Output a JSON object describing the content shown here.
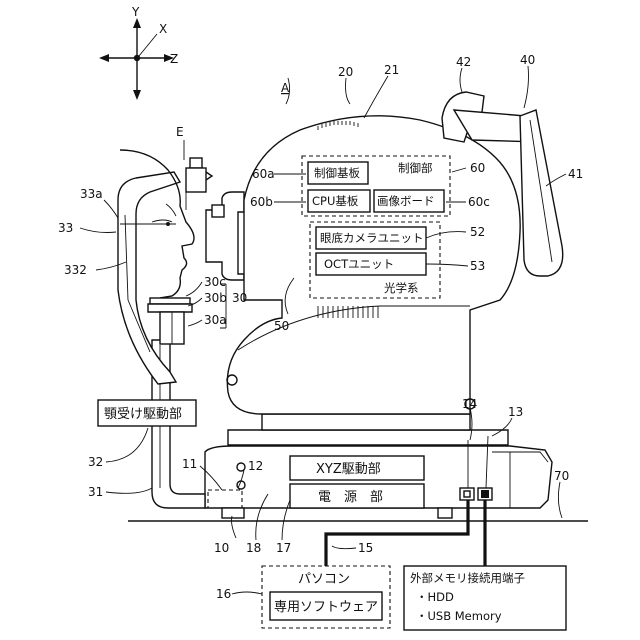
{
  "axes": {
    "y": "Y",
    "x": "X",
    "z": "Z"
  },
  "ref_labels": {
    "A": "A",
    "E": "E",
    "n10": "10",
    "n11": "11",
    "n12": "12",
    "n13": "13",
    "n14": "14",
    "n15": "15",
    "n16": "16",
    "n17": "17",
    "n18": "18",
    "n20": "20",
    "n21": "21",
    "n30": "30",
    "n30a": "30a",
    "n30b": "30b",
    "n30c": "30c",
    "n31": "31",
    "n32": "32",
    "n33": "33",
    "n33a": "33a",
    "n332": "332",
    "n40": "40",
    "n41": "41",
    "n42": "42",
    "n50": "50",
    "n52": "52",
    "n53": "53",
    "n60": "60",
    "n60a": "60a",
    "n60b": "60b",
    "n60c": "60c",
    "n70": "70"
  },
  "control_unit": {
    "title": "制御部",
    "board_control": "制御基板",
    "board_cpu": "CPU基板",
    "board_image": "画像ボード"
  },
  "optical_system": {
    "title": "光学系",
    "fundus_camera": "眼底カメラユニット",
    "oct_unit": "OCTユニット"
  },
  "chin_rest_drive": "顎受け駆動部",
  "xyz_drive": "XYZ駆動部",
  "power_unit": "電　源　部",
  "pc": {
    "title": "パソコン",
    "software": "専用ソフトウェア"
  },
  "external_memory": {
    "title": "外部メモリ接続用端子",
    "items": [
      "・HDD",
      "・USB Memory"
    ]
  }
}
